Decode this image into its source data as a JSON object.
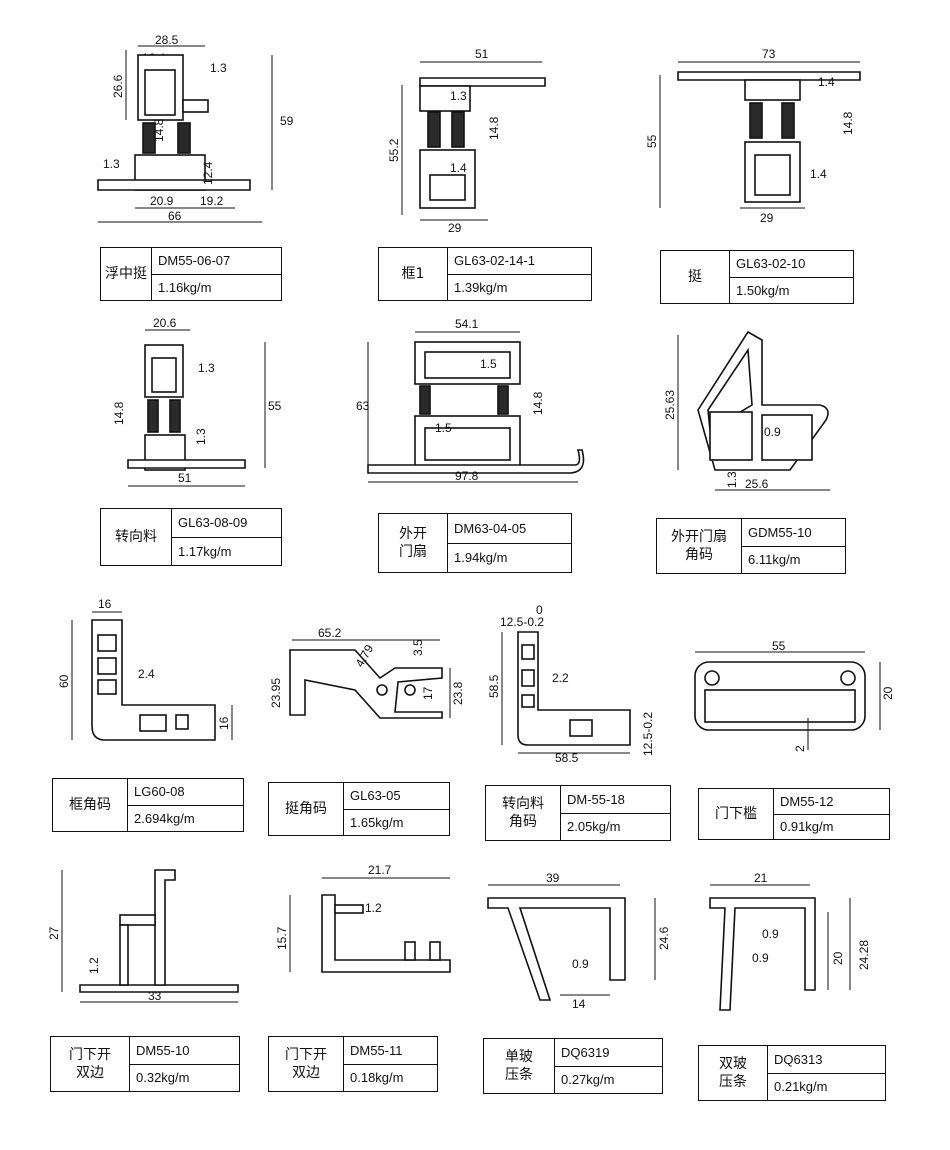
{
  "profiles": [
    {
      "id": "p1",
      "name": [
        "浮中挺"
      ],
      "code": "DM55-06-07",
      "weight": "1.16kg/m",
      "dims": [
        "28.5",
        "16.4",
        "1.3",
        "26.6",
        "14.8",
        "59",
        "1.3",
        "12.4",
        "20.9",
        "19.2",
        "66"
      ]
    },
    {
      "id": "p2",
      "name": [
        "框1"
      ],
      "code": "GL63-02-14-1",
      "weight": "1.39kg/m",
      "dims": [
        "51",
        "1.3",
        "55.2",
        "14.8",
        "1.4",
        "29"
      ]
    },
    {
      "id": "p3",
      "name": [
        "挺"
      ],
      "code": "GL63-02-10",
      "weight": "1.50kg/m",
      "dims": [
        "73",
        "1.4",
        "55",
        "14.8",
        "1.4",
        "29"
      ]
    },
    {
      "id": "p4",
      "name": [
        "转向料"
      ],
      "code": "GL63-08-09",
      "weight": "1.17kg/m",
      "dims": [
        "20.6",
        "1.3",
        "55",
        "14.8",
        "1.3",
        "51"
      ]
    },
    {
      "id": "p5",
      "name": [
        "外开",
        "门扇"
      ],
      "code": "DM63-04-05",
      "weight": "1.94kg/m",
      "dims": [
        "54.1",
        "1.5",
        "63",
        "14.8",
        "1.5",
        "97.8"
      ]
    },
    {
      "id": "p6",
      "name": [
        "外开门扇",
        "角码"
      ],
      "code": "GDM55-10",
      "weight": "6.11kg/m",
      "dims": [
        "25.63",
        "0.9",
        "1.3",
        "25.6"
      ]
    },
    {
      "id": "p7",
      "name": [
        "框角码"
      ],
      "code": "LG60-08",
      "weight": "2.694kg/m",
      "dims": [
        "16",
        "60",
        "2.4",
        "16"
      ]
    },
    {
      "id": "p8",
      "name": [
        "挺角码"
      ],
      "code": "GL63-05",
      "weight": "1.65kg/m",
      "dims": [
        "65.2",
        "3.5",
        "4.79",
        "23.95",
        "17",
        "23.8"
      ]
    },
    {
      "id": "p9",
      "name": [
        "转向料",
        "角码"
      ],
      "code": "DM-55-18",
      "weight": "2.05kg/m",
      "dims": [
        "0",
        "12.5-0.2",
        "58.5",
        "2.2",
        "58.5",
        "12.5-0.2"
      ]
    },
    {
      "id": "p10",
      "name": [
        "门下槛"
      ],
      "code": "DM55-12",
      "weight": "0.91kg/m",
      "dims": [
        "55",
        "20",
        "2"
      ]
    },
    {
      "id": "p11",
      "name": [
        "门下开",
        "双边"
      ],
      "code": "DM55-10",
      "weight": "0.32kg/m",
      "dims": [
        "27",
        "1.2",
        "33"
      ]
    },
    {
      "id": "p12",
      "name": [
        "门下开",
        "双边"
      ],
      "code": "DM55-11",
      "weight": "0.18kg/m",
      "dims": [
        "21.7",
        "1.2",
        "15.7"
      ]
    },
    {
      "id": "p13",
      "name": [
        "单玻",
        "压条"
      ],
      "code": "DQ6319",
      "weight": "0.27kg/m",
      "dims": [
        "39",
        "0.9",
        "24.6",
        "14"
      ]
    },
    {
      "id": "p14",
      "name": [
        "双玻",
        "压条"
      ],
      "code": "DQ6313",
      "weight": "0.21kg/m",
      "dims": [
        "21",
        "0.9",
        "0.9",
        "20",
        "24.28"
      ]
    }
  ]
}
